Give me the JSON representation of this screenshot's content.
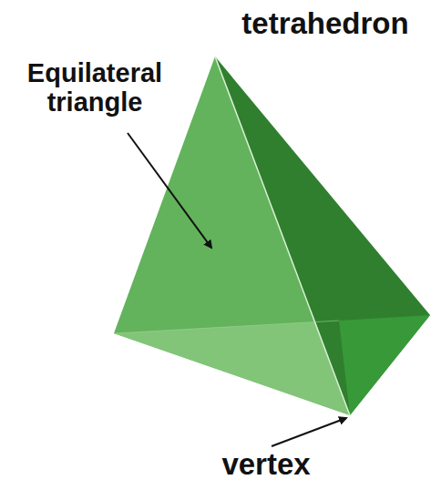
{
  "diagram": {
    "title": "tetrahedron",
    "labels": [
      "Equilateral triangle",
      "vertex"
    ]
  }
}
